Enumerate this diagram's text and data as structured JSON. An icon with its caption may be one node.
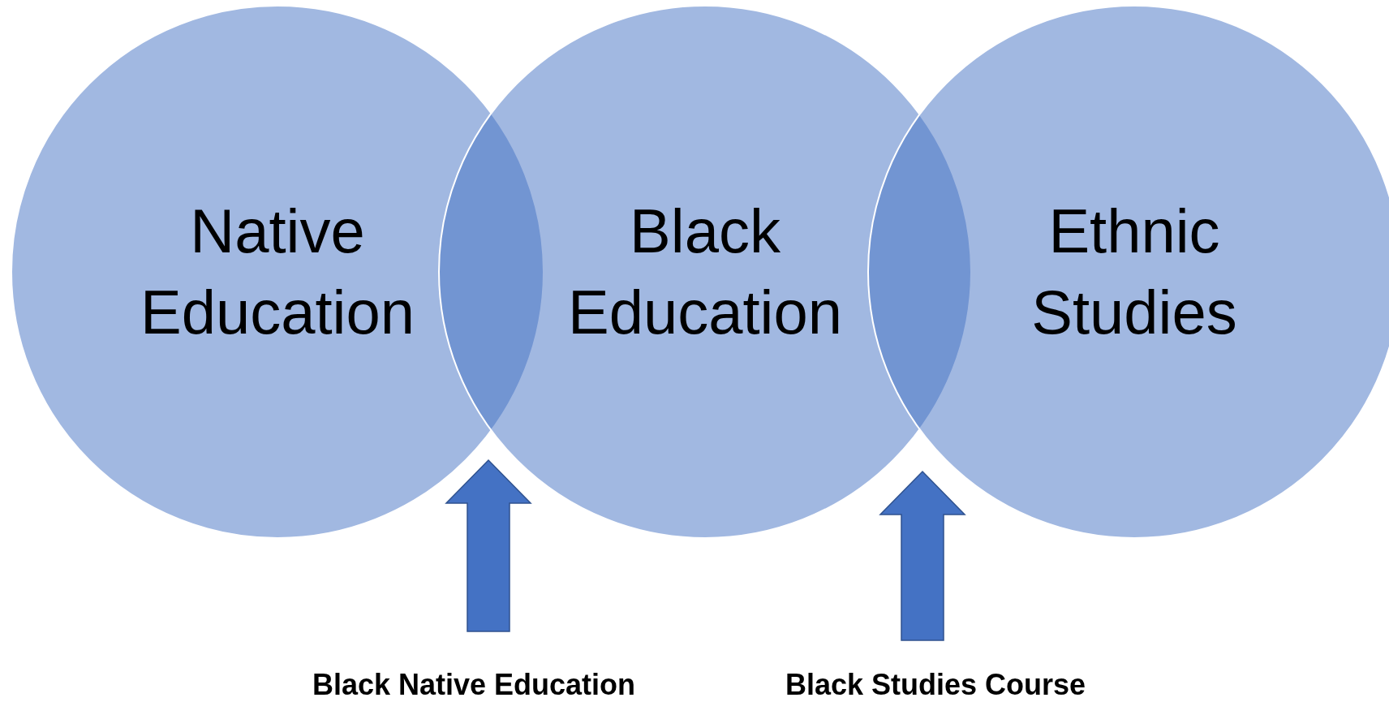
{
  "diagram": {
    "nodes": [
      {
        "text": [
          "Native Education"
        ]
      },
      {
        "text": [
          "Black Education"
        ]
      },
      {
        "text": [
          "Ethnic Studies"
        ]
      },
      {
        "text": [
          "Black Native Education"
        ]
      },
      {
        "text": [
          "Black Studies Course"
        ]
      }
    ],
    "edges": [
      {
        "from": 3,
        "to": null,
        "arrow": "to"
      },
      {
        "from": 4,
        "to": null,
        "arrow": "to"
      }
    ]
  }
}
